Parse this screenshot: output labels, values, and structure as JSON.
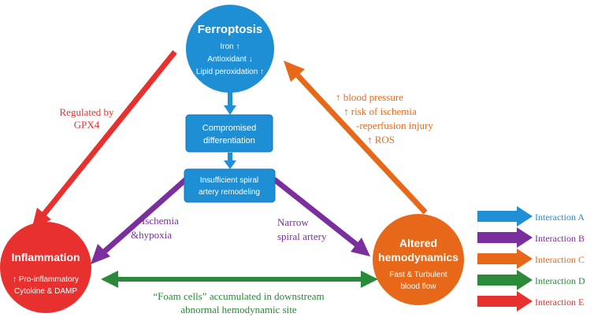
{
  "nodes": {
    "ferroptosis": {
      "title": "Ferroptosis",
      "lines": [
        "Iron ↑",
        "Antioxidant ↓",
        "Lipid peroxidation ↑"
      ]
    },
    "inflammation": {
      "title": "Inflammation",
      "lines": [
        "↑ Pro-inflammatory",
        "Cytokine & DAMP"
      ]
    },
    "hemodynamics": {
      "title_lines": [
        "Altered",
        "hemodynamics"
      ],
      "lines": [
        "Fast & Turbulent",
        "blood flow"
      ]
    },
    "compromised": {
      "lines": [
        "Compromised",
        "differentiation"
      ]
    },
    "insufficient": {
      "lines": [
        "Insufficient spiral",
        "artery remodeling"
      ]
    }
  },
  "labels": {
    "gpx4": [
      "Regulated by",
      "GPX4"
    ],
    "ischemia_reperfusion": [
      "↑ blood pressure",
      "↑ risk of ischemia",
      "-reperfusion injury",
      "↑ ROS"
    ],
    "ischemia_hypoxia": [
      "Ischemia",
      "&hypoxia"
    ],
    "narrow": [
      "Narrow",
      "spiral artery"
    ],
    "foam": [
      "“Foam cells” accumulated in downstream",
      "abnormal hemodynamic site"
    ]
  },
  "legend": [
    {
      "label": "Interaction A",
      "color": "#1f8fd6"
    },
    {
      "label": "Interaction B",
      "color": "#7b2f9e"
    },
    {
      "label": "Interaction C",
      "color": "#e8681a"
    },
    {
      "label": "Interaction D",
      "color": "#2a8a3a"
    },
    {
      "label": "Interaction E",
      "color": "#e8312f"
    }
  ],
  "colors": {
    "blue": "#1f8fd6",
    "purple": "#7b2f9e",
    "orange": "#e8681a",
    "green": "#2a8a3a",
    "red": "#e8312f",
    "box_blue": "#1e8fd4"
  }
}
